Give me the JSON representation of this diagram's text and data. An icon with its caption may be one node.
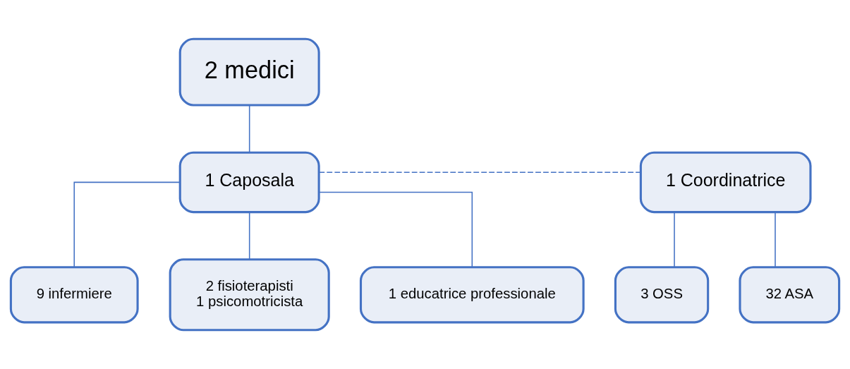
{
  "diagram": {
    "nodes": [
      {
        "text": [
          "2 medici"
        ]
      },
      {
        "text": [
          "1 Caposala"
        ]
      },
      {
        "text": [
          "1 Coordinatrice"
        ]
      },
      {
        "text": [
          "9 infermiere"
        ]
      },
      {
        "text": [
          "2 fisioterapisti",
          "1 psicomotricista"
        ]
      },
      {
        "text": [
          "1 educatrice professionale"
        ]
      },
      {
        "text": [
          "3 OSS"
        ]
      },
      {
        "text": [
          "32 ASA"
        ]
      }
    ],
    "edges": [
      {
        "from": 0,
        "to": 1,
        "arrow": "none"
      },
      {
        "from": 1,
        "to": 2,
        "arrow": "none",
        "style": "dashed"
      },
      {
        "from": 1,
        "to": 3,
        "arrow": "none"
      },
      {
        "from": 1,
        "to": 4,
        "arrow": "none"
      },
      {
        "from": 1,
        "to": 5,
        "arrow": "none"
      },
      {
        "from": 2,
        "to": 6,
        "arrow": "none"
      },
      {
        "from": 2,
        "to": 7,
        "arrow": "none"
      }
    ]
  }
}
